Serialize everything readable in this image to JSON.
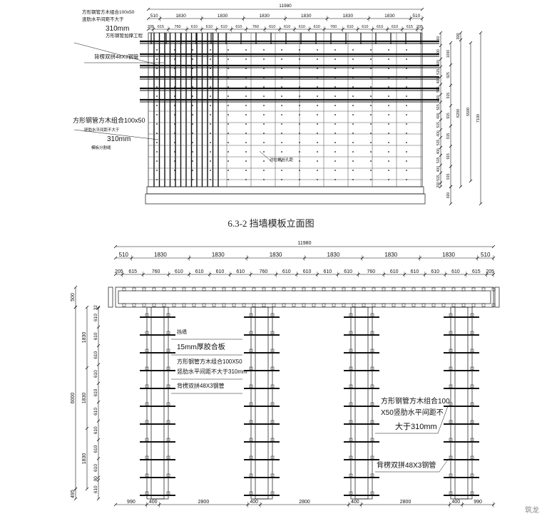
{
  "caption": "6.3-2 挡墙模板立面图",
  "watermark": "筑龙",
  "top": {
    "total": "11980",
    "row1": [
      "510",
      "1830",
      "1830",
      "1830",
      "1830",
      "1830",
      "1830",
      "510"
    ],
    "row2": [
      "205",
      "615",
      "760",
      "610",
      "610",
      "610",
      "610",
      "760",
      "610",
      "610",
      "610",
      "610",
      "760",
      "610",
      "610",
      "610",
      "610",
      "615",
      "205"
    ],
    "labels": {
      "l1a": "方形钢管方木组合100x50",
      "l1b": "竖肋水平间距不大于",
      "l1c": "310mm",
      "l1d": "方形钢管加撑工程",
      "l2": "背楞双拼48X3钢管",
      "l3a": "方形钢管方木组合100x50",
      "l3b": "竖肋水平间距不大于",
      "l3c": "310mm",
      "l3d": "模板分割缝",
      "l4": "对拉螺栓孔距"
    },
    "right_dims_inner": [
      "660",
      "700",
      "400",
      "515",
      "400",
      "515",
      "400",
      "515",
      "400",
      "515",
      "400",
      "515",
      "400",
      "515",
      "400",
      "515",
      "200"
    ],
    "right_dims_mid": [
      "1000",
      "925",
      "915",
      "915",
      "915",
      "915",
      "915"
    ],
    "right_dims_outer": [
      "300",
      "6200",
      "5500",
      "7100",
      "600",
      "600"
    ]
  },
  "bottom": {
    "total": "11980",
    "row1": [
      "510",
      "1830",
      "1830",
      "1830",
      "1830",
      "1830",
      "1830",
      "510"
    ],
    "row2": [
      "205",
      "615",
      "760",
      "610",
      "610",
      "610",
      "610",
      "760",
      "610",
      "610",
      "610",
      "610",
      "760",
      "610",
      "610",
      "610",
      "610",
      "615",
      "205"
    ],
    "left_outer": [
      "500",
      "6000",
      "495"
    ],
    "left_mid": [
      "1830",
      "1830",
      "1830"
    ],
    "left_inner": [
      "32",
      "610",
      "610",
      "610",
      "610",
      "610",
      "610",
      "610",
      "610",
      "610",
      "90",
      "610"
    ],
    "bottom_dims": [
      "990",
      "400",
      "2800",
      "400",
      "2800",
      "400",
      "2800",
      "400",
      "990"
    ],
    "labels": {
      "wall": "挡墙",
      "plywood": "15mm厚胶合板",
      "rib1": "方形钢管方木组合100X50",
      "rib2": "竖肋水平间距不大于310mm",
      "back": "背楞双拼48X3钢管",
      "ra1": "方形钢管方木组合100",
      "ra2": "X50竖肋水平间距不",
      "ra3": "大于310mm",
      "rb": "背楞双拼48X3钢管"
    }
  }
}
